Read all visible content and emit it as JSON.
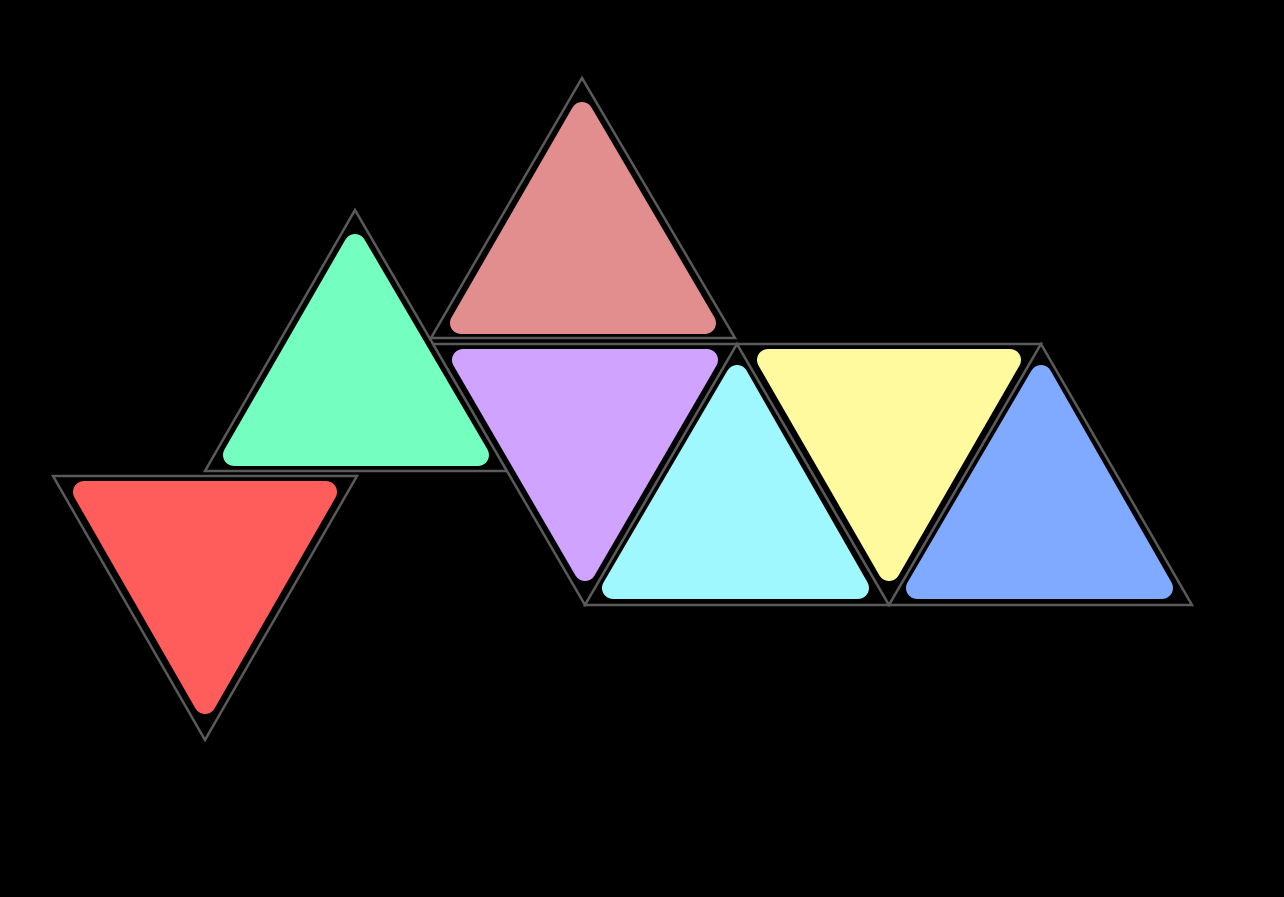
{
  "background": "#000000",
  "outline_color": "#5a5a5a",
  "net": {
    "faces": [
      {
        "id": "red",
        "color": "#ff5c5c",
        "orientation": "down"
      },
      {
        "id": "green",
        "color": "#74ffc0",
        "orientation": "up"
      },
      {
        "id": "rose",
        "color": "#e38e8e",
        "orientation": "up"
      },
      {
        "id": "purple",
        "color": "#cfa3ff",
        "orientation": "down"
      },
      {
        "id": "cyan",
        "color": "#a0f8ff",
        "orientation": "up"
      },
      {
        "id": "yellow",
        "color": "#fffa9e",
        "orientation": "down"
      },
      {
        "id": "blue",
        "color": "#80aaff",
        "orientation": "up"
      }
    ]
  }
}
